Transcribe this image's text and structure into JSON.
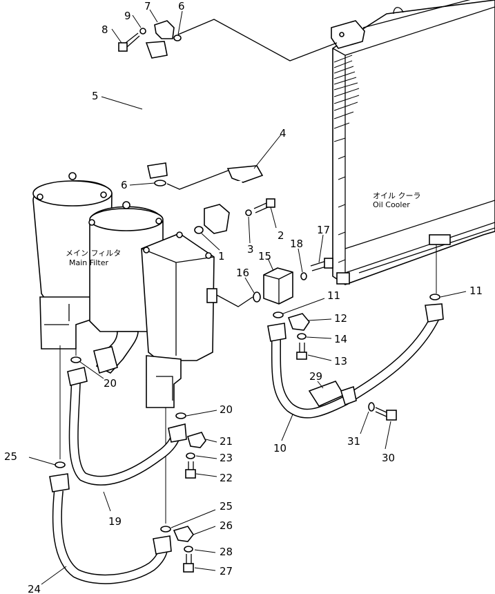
{
  "captions": {
    "main_filter_jp": "メイン フィルタ",
    "main_filter_en": "Main Filter",
    "oil_cooler_jp": "オイル クーラ",
    "oil_cooler_en": "Oil Cooler"
  },
  "callouts": [
    {
      "id": "c9",
      "text": "9"
    },
    {
      "id": "c7",
      "text": "7"
    },
    {
      "id": "c6a",
      "text": "6"
    },
    {
      "id": "c8",
      "text": "8"
    },
    {
      "id": "c5",
      "text": "5"
    },
    {
      "id": "c4",
      "text": "4"
    },
    {
      "id": "c6b",
      "text": "6"
    },
    {
      "id": "c2",
      "text": "2"
    },
    {
      "id": "c17",
      "text": "17"
    },
    {
      "id": "c3",
      "text": "3"
    },
    {
      "id": "c18",
      "text": "18"
    },
    {
      "id": "c1",
      "text": "1"
    },
    {
      "id": "c15",
      "text": "15"
    },
    {
      "id": "c16",
      "text": "16"
    },
    {
      "id": "c11a",
      "text": "11"
    },
    {
      "id": "c11b",
      "text": "11"
    },
    {
      "id": "c12",
      "text": "12"
    },
    {
      "id": "c14",
      "text": "14"
    },
    {
      "id": "c13",
      "text": "13"
    },
    {
      "id": "c20a",
      "text": "20"
    },
    {
      "id": "c29",
      "text": "29"
    },
    {
      "id": "c20b",
      "text": "20"
    },
    {
      "id": "c21",
      "text": "21"
    },
    {
      "id": "c23",
      "text": "23"
    },
    {
      "id": "c25a",
      "text": "25"
    },
    {
      "id": "c31",
      "text": "31"
    },
    {
      "id": "c30",
      "text": "30"
    },
    {
      "id": "c10",
      "text": "10"
    },
    {
      "id": "c22",
      "text": "22"
    },
    {
      "id": "c19",
      "text": "19"
    },
    {
      "id": "c25b",
      "text": "25"
    },
    {
      "id": "c26",
      "text": "26"
    },
    {
      "id": "c28",
      "text": "28"
    },
    {
      "id": "c27",
      "text": "27"
    },
    {
      "id": "c24",
      "text": "24"
    }
  ]
}
